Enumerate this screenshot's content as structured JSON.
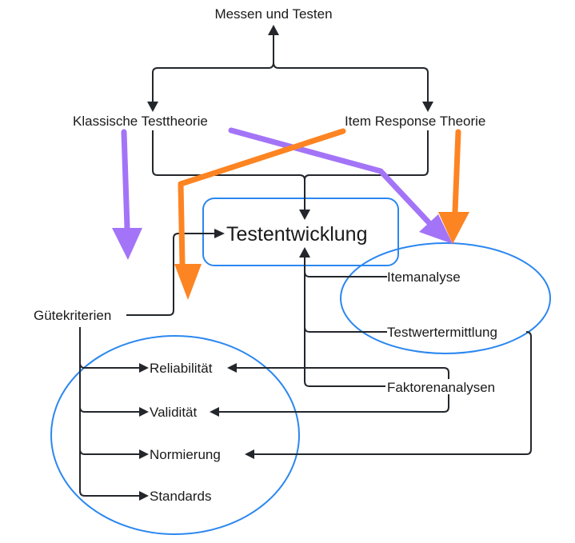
{
  "diagram": {
    "nodes": {
      "root": "Messen und Testen",
      "ktt": "Klassische Testtheorie",
      "irt": "Item Response Theorie",
      "test_dev": "Testentwicklung",
      "item_analysis": "Itemanalyse",
      "test_score": "Testwertermittlung",
      "factor_analysis": "Faktorenanalysen",
      "quality_criteria": "Gütekriterien",
      "reliability": "Reliabilität",
      "validity": "Validität",
      "norming": "Normierung",
      "standards": "Standards"
    },
    "edges": [
      {
        "from": "Klassische Testtheorie / Item Response Theorie",
        "to": "Messen und Testen"
      },
      {
        "from": "Messen und Testen",
        "to": "Klassische Testtheorie"
      },
      {
        "from": "Messen und Testen",
        "to": "Item Response Theorie"
      },
      {
        "from": "Klassische Testtheorie / Item Response Theorie",
        "to": "Testentwicklung"
      },
      {
        "from": "Itemanalyse / Testwertermittlung / Faktorenanalysen",
        "to": "Testentwicklung"
      },
      {
        "from": "Gütekriterien",
        "to": "Testentwicklung"
      },
      {
        "from": "Gütekriterien",
        "to": "Reliabilität"
      },
      {
        "from": "Gütekriterien",
        "to": "Validität"
      },
      {
        "from": "Gütekriterien",
        "to": "Normierung"
      },
      {
        "from": "Gütekriterien",
        "to": "Standards"
      },
      {
        "from": "Faktorenanalysen",
        "to": "Reliabilität"
      },
      {
        "from": "Faktorenanalysen",
        "to": "Validität"
      },
      {
        "from": "Testwertermittlung",
        "to": "Normierung"
      }
    ],
    "highlight_arrows": [
      {
        "color": "purple",
        "from": "Klassische Testtheorie",
        "to": "Gütekriterien group"
      },
      {
        "color": "purple",
        "from": "Klassische Testtheorie",
        "to": "Itemanalyse / Testwertermittlung group"
      },
      {
        "color": "orange",
        "from": "Item Response Theorie",
        "to": "Gütekriterien group"
      },
      {
        "color": "orange",
        "from": "Item Response Theorie",
        "to": "Itemanalyse / Testwertermittlung group"
      }
    ],
    "colors": {
      "purple": "#a374f7",
      "orange": "#fd8422",
      "blue_outline": "#2b87f0",
      "connector": "#23262b"
    }
  }
}
